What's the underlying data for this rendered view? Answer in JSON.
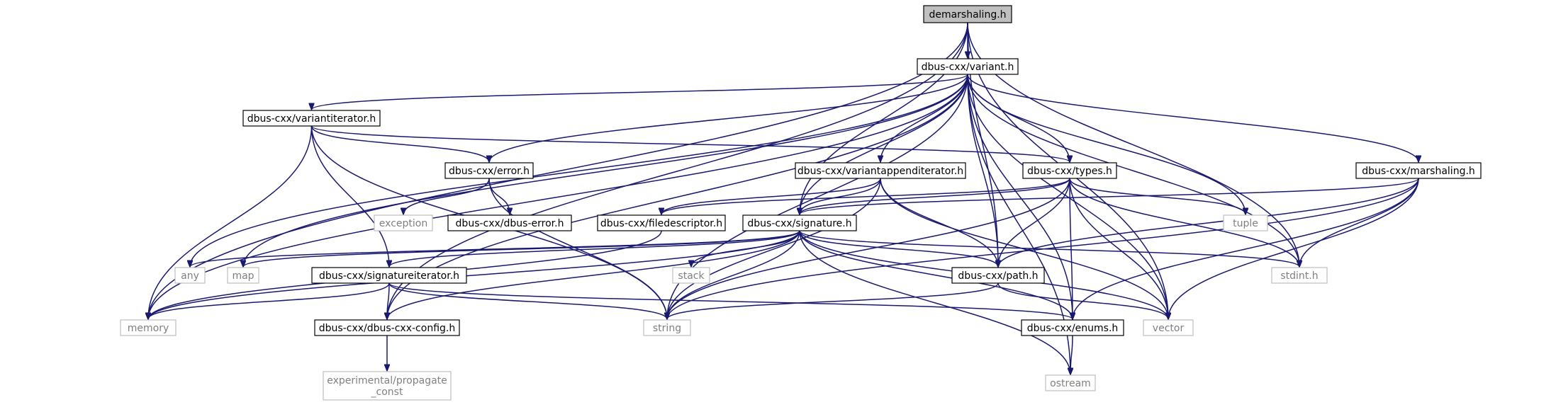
{
  "graph": {
    "root": "demarshaling.h",
    "colors": {
      "edge": "#191970",
      "box_stroke_internal": "#000000",
      "box_stroke_external": "#bfbfbf",
      "text_internal": "#000000",
      "text_external": "#808080",
      "root_fill": "#bfbfbf",
      "fill": "#ffffff"
    },
    "nodes": [
      {
        "id": "demarshaling",
        "label": [
          "demarshaling.h"
        ],
        "kind": "root"
      },
      {
        "id": "variant",
        "label": [
          "dbus-cxx/variant.h"
        ],
        "kind": "internal"
      },
      {
        "id": "variantiterator",
        "label": [
          "dbus-cxx/variantiterator.h"
        ],
        "kind": "internal"
      },
      {
        "id": "error",
        "label": [
          "dbus-cxx/error.h"
        ],
        "kind": "internal"
      },
      {
        "id": "variantappenditerator",
        "label": [
          "dbus-cxx/variantappenditerator.h"
        ],
        "kind": "internal"
      },
      {
        "id": "types",
        "label": [
          "dbus-cxx/types.h"
        ],
        "kind": "internal"
      },
      {
        "id": "marshaling",
        "label": [
          "dbus-cxx/marshaling.h"
        ],
        "kind": "internal"
      },
      {
        "id": "exception",
        "label": [
          "exception"
        ],
        "kind": "external"
      },
      {
        "id": "dbuserror",
        "label": [
          "dbus-cxx/dbus-error.h"
        ],
        "kind": "internal"
      },
      {
        "id": "filedescriptor",
        "label": [
          "dbus-cxx/filedescriptor.h"
        ],
        "kind": "internal"
      },
      {
        "id": "signature",
        "label": [
          "dbus-cxx/signature.h"
        ],
        "kind": "internal"
      },
      {
        "id": "tuple",
        "label": [
          "tuple"
        ],
        "kind": "external"
      },
      {
        "id": "any",
        "label": [
          "any"
        ],
        "kind": "external"
      },
      {
        "id": "map",
        "label": [
          "map"
        ],
        "kind": "external"
      },
      {
        "id": "signatureiterator",
        "label": [
          "dbus-cxx/signatureiterator.h"
        ],
        "kind": "internal"
      },
      {
        "id": "stack",
        "label": [
          "stack"
        ],
        "kind": "external"
      },
      {
        "id": "path",
        "label": [
          "dbus-cxx/path.h"
        ],
        "kind": "internal"
      },
      {
        "id": "stdint",
        "label": [
          "stdint.h"
        ],
        "kind": "external"
      },
      {
        "id": "memory",
        "label": [
          "memory"
        ],
        "kind": "external"
      },
      {
        "id": "config",
        "label": [
          "dbus-cxx/dbus-cxx-config.h"
        ],
        "kind": "internal"
      },
      {
        "id": "string",
        "label": [
          "string"
        ],
        "kind": "external"
      },
      {
        "id": "enums",
        "label": [
          "dbus-cxx/enums.h"
        ],
        "kind": "internal"
      },
      {
        "id": "vector",
        "label": [
          "vector"
        ],
        "kind": "external"
      },
      {
        "id": "propagate",
        "label": [
          "experimental/propagate",
          "_const"
        ],
        "kind": "external"
      },
      {
        "id": "ostream",
        "label": [
          "ostream"
        ],
        "kind": "external"
      }
    ]
  }
}
